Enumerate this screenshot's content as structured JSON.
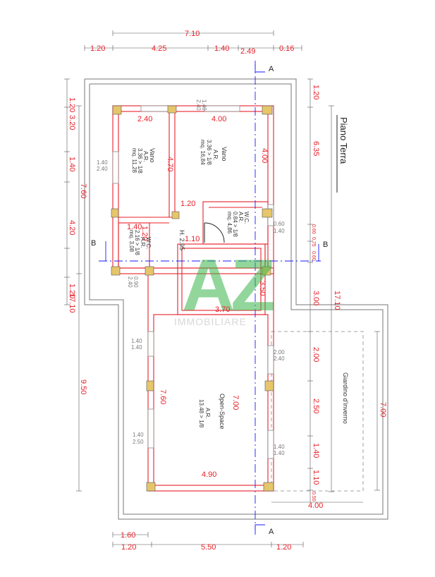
{
  "plan_title": "Piano Terra",
  "section_markers": {
    "a_top": "A",
    "a_bottom": "A",
    "b_left": "B",
    "b_right": "B"
  },
  "watermark": {
    "logo": "AZ",
    "text": "IMMOBILIARE",
    "colors": [
      "#3ab54a",
      "#b8b8b8"
    ]
  },
  "colors": {
    "dimension": "#e8202a",
    "wall": "#e8202a",
    "section_line": "#1a1aff",
    "column": "#e6c56b"
  },
  "dims_top": {
    "d710": "7.10",
    "d120": "1.20",
    "d425": "4.25",
    "d140": "1.40",
    "d249": "2.49",
    "d016": "0.16"
  },
  "dims_left": {
    "d120a": "1.20",
    "d320": "3.20",
    "d140": "1.40",
    "d760": "7.60",
    "d420": "4.20",
    "d120b": "1.20",
    "d1710": "17.10",
    "d950": "9.50"
  },
  "dims_right": {
    "d120": "1.20",
    "d635": "6.35",
    "d060": "0.60",
    "d075": "0.75",
    "d060b": "0.60",
    "d300": "3.00",
    "d1710": "17.10",
    "d200": "2.00",
    "d250": "2.50",
    "d140": "1.40",
    "d110": "1.10",
    "d050": "0.50",
    "d700": "7.00"
  },
  "dims_bottom": {
    "d160": "1.60",
    "d120a": "1.20",
    "d550": "5.50",
    "d120b": "1.20"
  },
  "dims_interior": {
    "d240": "2.40",
    "d400": "4.00",
    "d470": "4.70",
    "d400v": "4.00",
    "d120": "1.20",
    "d110": "1.10",
    "d140": "1.40",
    "d120b": "1.20",
    "d350": "3.50",
    "d370": "3.70",
    "d760": "7.60",
    "d700": "7.00",
    "d490": "4.90",
    "d400b": "4.00",
    "h295": "H. 2.95"
  },
  "windows": {
    "top": [
      "1.40",
      "2.40"
    ],
    "left_vano": [
      "1.40",
      "2.40"
    ],
    "wc_right": [
      "0.60",
      "1.40"
    ],
    "bath_bottom": [
      "0.90",
      "2.40"
    ],
    "open_left_top": [
      "1.40",
      "1.40"
    ],
    "open_right_top": [
      "2.00",
      "2.40"
    ],
    "open_left_bottom": [
      "1.40",
      "2.50"
    ],
    "open_right_bottom": [
      "1.40",
      "1.40"
    ]
  },
  "rooms": {
    "vano_big": {
      "name": "Vano",
      "ar": "A.R.",
      "ratio": "3.36 > 1/8",
      "area": "mq. 16,84"
    },
    "vano_small": {
      "name": "Vano",
      "ar": "A.R.",
      "ratio": "3.36 > 1/8",
      "area": "mq. 11,28"
    },
    "wc": {
      "name": "W.C.",
      "ar": "A.R.",
      "ratio": "0.84 > 1/8",
      "area": "mq. 4,86"
    },
    "bath": {
      "name": "W.C.",
      "ar": "A.R.",
      "ratio": "2.16 > 1/8",
      "area": "mq. 3,08"
    },
    "open_space": {
      "name": "Open-Space",
      "ar": "A.R.",
      "ratio": "13.48 > 1/8"
    },
    "giardino": {
      "name": "Giardino d'inverno"
    }
  }
}
